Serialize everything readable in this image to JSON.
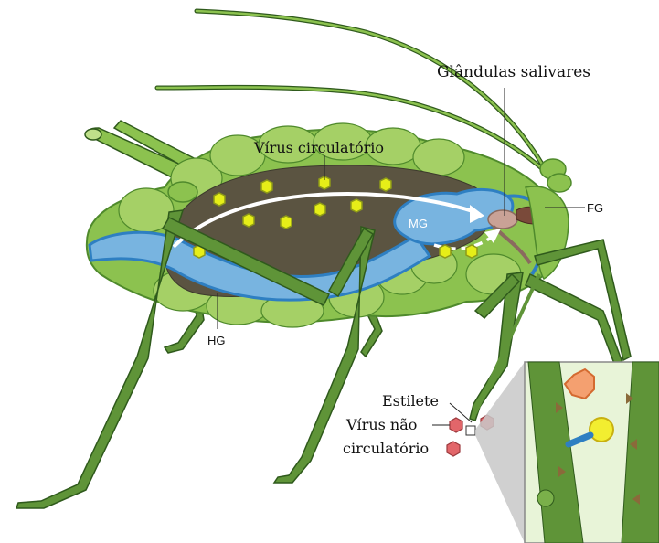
{
  "labels": {
    "salivary_glands": "Glândulas salivares",
    "circulative_virus": "Vírus circulatório",
    "fg": "FG",
    "mg": "MG",
    "hg": "HG",
    "stylet": "Estilete",
    "noncirculative_virus_line1": "Vírus não",
    "noncirculative_virus_line2": "circulatório"
  },
  "colors": {
    "body_green": "#8cc24f",
    "body_light": "#bfe08a",
    "leg_green": "#5f9438",
    "leg_dark": "#2f5a1c",
    "gut_blue": "#78b4e0",
    "gut_edge": "#2e7fc2",
    "haemocoel": "#5b5441",
    "virus_yellow": "#e6ee18",
    "virus_red": "#e2666a",
    "gland_pink": "#c9a296"
  }
}
